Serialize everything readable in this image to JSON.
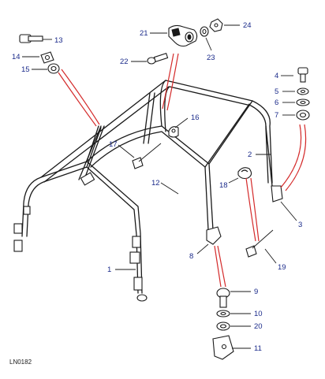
{
  "diagram": {
    "reference": "LN0182",
    "callouts": [
      {
        "id": "c1",
        "label": "1"
      },
      {
        "id": "c2",
        "label": "2"
      },
      {
        "id": "c3",
        "label": "3"
      },
      {
        "id": "c4",
        "label": "4"
      },
      {
        "id": "c5",
        "label": "5"
      },
      {
        "id": "c6",
        "label": "6"
      },
      {
        "id": "c7",
        "label": "7"
      },
      {
        "id": "c8",
        "label": "8"
      },
      {
        "id": "c9",
        "label": "9"
      },
      {
        "id": "c10",
        "label": "10"
      },
      {
        "id": "c11",
        "label": "11"
      },
      {
        "id": "c12",
        "label": "12"
      },
      {
        "id": "c13",
        "label": "13"
      },
      {
        "id": "c14",
        "label": "14"
      },
      {
        "id": "c15",
        "label": "15"
      },
      {
        "id": "c16",
        "label": "16"
      },
      {
        "id": "c17",
        "label": "17"
      },
      {
        "id": "c18",
        "label": "18"
      },
      {
        "id": "c19",
        "label": "19"
      },
      {
        "id": "c20",
        "label": "20"
      },
      {
        "id": "c21",
        "label": "21"
      },
      {
        "id": "c22",
        "label": "22"
      },
      {
        "id": "c23",
        "label": "23"
      },
      {
        "id": "c24",
        "label": "24"
      }
    ],
    "colors": {
      "callout_text": "#1a2a8a",
      "linework": "#1a1a1a",
      "assembly_lines": "#d42a2a"
    }
  }
}
